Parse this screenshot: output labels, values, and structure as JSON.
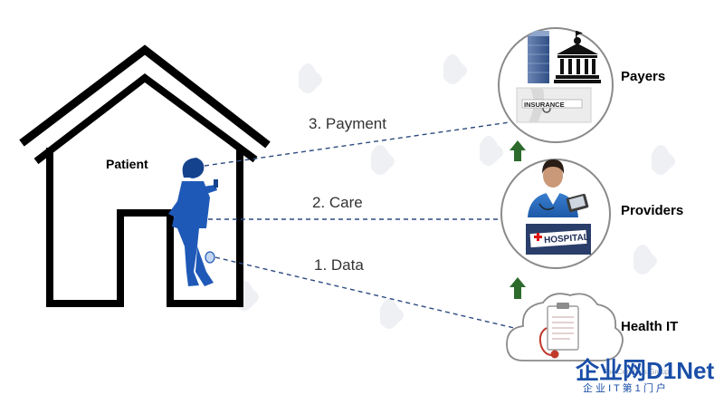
{
  "house": {
    "label": "Patient"
  },
  "links": [
    {
      "label": "3. Payment"
    },
    {
      "label": "2. Care"
    },
    {
      "label": "1. Data"
    }
  ],
  "nodes": [
    {
      "label": "Payers",
      "icons": [
        "office-building-icon",
        "government-building-icon",
        "insurance-icon"
      ]
    },
    {
      "label": "Providers",
      "icons": [
        "nurse-icon",
        "hospital-sign-icon"
      ]
    },
    {
      "label": "Health IT",
      "icons": [
        "cloud-icon",
        "clipboard-icon",
        "stethoscope-icon"
      ]
    }
  ],
  "watermark": {
    "line1": "企业网D1Net",
    "line2": "企 业 I T 第 1 门 户",
    "tagline": "The Cerebrus Group"
  },
  "colors": {
    "line": "#2d4a80",
    "figure": "#1f59b8",
    "arrow": "#2d6b2d",
    "accent_orange": "#f08a16",
    "watermark_blue": "#1a4ea8"
  }
}
